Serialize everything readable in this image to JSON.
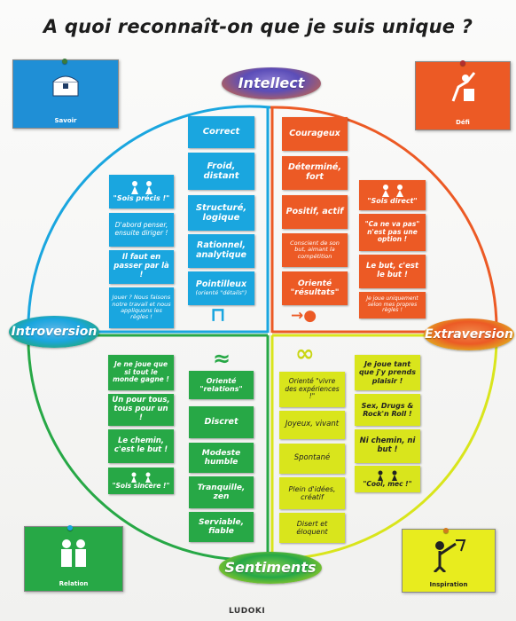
{
  "title": "A quoi reconnaît-on que je suis unique ?",
  "axes": {
    "top": "Intellect",
    "left": "Introversion",
    "right": "Extraversion",
    "bottom": "Sentiments"
  },
  "corner_cards": {
    "top_left": "Savoir",
    "top_right": "Défi",
    "bottom_left": "Relation",
    "bottom_right": "Inspiration"
  },
  "symbols": {
    "introvert_intellect": "⊓",
    "extravert_intellect": "→●",
    "introvert_feeling": "≈",
    "extravert_feeling": "∞"
  },
  "blue_traits": [
    "Correct",
    "Froid, distant",
    "Structuré, logique",
    "Rationnel, analytique",
    "Pointilleux",
    "(orienté \"détails\")"
  ],
  "blue_quotes": [
    "\"Sois précis !\"",
    "D'abord penser, ensuite diriger !",
    "Il faut en passer par là !",
    "Jouer ? Nous faisons notre travail et nous appliquons les règles !"
  ],
  "orange_traits": [
    "Courageux",
    "Déterminé, fort",
    "Positif, actif",
    "Conscient de son but, aimant la compétition",
    "Orienté \"résultats\""
  ],
  "orange_quotes": [
    "\"Sois direct\"",
    "\"Ca ne va pas\" n'est pas une option !",
    "Le but, c'est le but !",
    "Je joue uniquement selon mes propres règles !"
  ],
  "green_traits": [
    "Orienté \"relations\"",
    "Discret",
    "Modeste humble",
    "Tranquille, zen",
    "Serviable, fiable"
  ],
  "green_quotes": [
    "Je ne joue que si tout le monde gagne !",
    "Un pour tous, tous pour un !",
    "Le chemin, c'est le but !",
    "\"Sois sincère !\""
  ],
  "yellow_traits": [
    "Orienté \"vivre des expériences !\"",
    "Joyeux, vivant",
    "Spontané",
    "Plein d'idées, créatif",
    "Disert et éloquent"
  ],
  "yellow_quotes": [
    "Je joue tant que j'y prends plaisir !",
    "Sex, Drugs & Rock'n Roll !",
    "Ni chemin, ni but !",
    "\"Cool, mec !\""
  ],
  "brand": "LUDOKI",
  "colors": {
    "blue": "#1aa6df",
    "orange": "#ec5a25",
    "green": "#27a846",
    "yellow": "#d9e51c"
  }
}
